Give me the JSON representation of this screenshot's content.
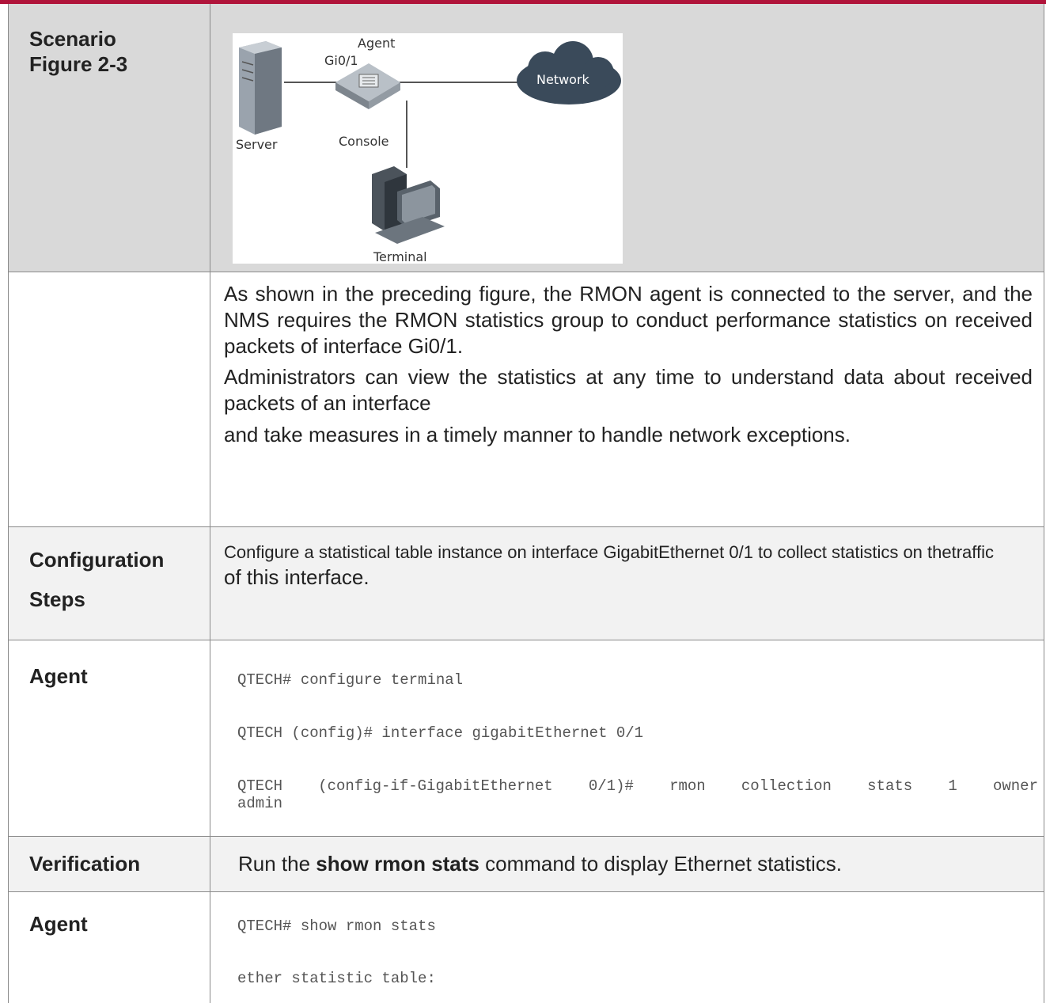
{
  "rows": {
    "scenario": {
      "label": "Scenario\nFigure 2-3"
    },
    "figure": {
      "agent": "Agent",
      "port": "Gi0/1",
      "network": "Network",
      "server": "Server",
      "console": "Console",
      "terminal": "Terminal"
    },
    "description": {
      "p1": "As shown in the preceding figure, the RMON agent is connected to the server, and the NMS requires the RMON statistics group to conduct performance statistics on received packets of interface Gi0/1.",
      "p2": "Administrators can view the statistics at any time to understand data about received packets of an interface",
      "p3": "and take measures in a timely manner to handle network exceptions."
    },
    "config_steps": {
      "label": "Configuration\nSteps",
      "line1": "Configure a statistical table instance on interface GigabitEthernet 0/1 to collect statistics on thetraffic",
      "line2": "of this interface."
    },
    "agent1": {
      "label": "Agent",
      "cmd1": "QTECH# configure terminal",
      "cmd2": "QTECH (config)# interface gigabitEthernet 0/1",
      "cmd3a": "QTECH (config-if-GigabitEthernet 0/1)# rmon collection stats 1 owner",
      "cmd3b": "admin"
    },
    "verification": {
      "label": "Verification",
      "pre": "Run the ",
      "cmd": "show rmon stats",
      "post": " command to display Ethernet statistics."
    },
    "agent2": {
      "label": "Agent",
      "cmd1": "QTECH# show rmon stats",
      "cmd2": "ether statistic table:"
    }
  }
}
